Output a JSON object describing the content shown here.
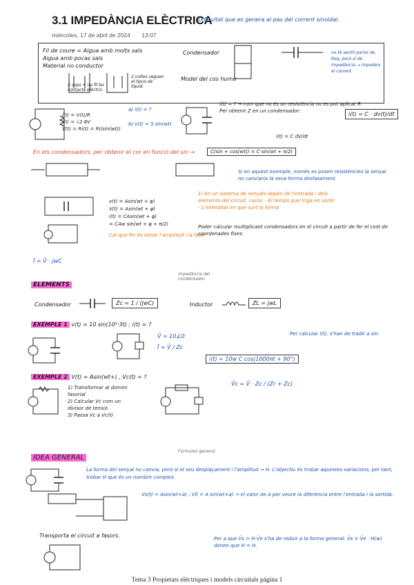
{
  "header": {
    "title": "3.1 IMPEDÀNCIA ELÈCTRICA",
    "title_note": "Dificultat que es genera al pas del corrent sinoidal.",
    "date": "miércoles, 17 de abril de 2024",
    "time": "13:07"
  },
  "intro": {
    "items": [
      "Fil de coure = Aigua amb molts sals",
      "Aigua amb pocas sals",
      "Material no conductor"
    ],
    "tube_label_1": "2 cops + no fil bo contacte elèctric.",
    "tube_label_2": "2 voltes seguen el tipus de líquid.",
    "condensador_label": "Condensador",
    "condensador_note": "no té sentit parlar de Req, però sí de impedància → impedeix el corrent.",
    "model_label": "Model del cos humà"
  },
  "circuit1": {
    "left_eq_1": "i(t) = V(t)/R",
    "left_eq_2": "i(t) = √2·8V",
    "left_eq_3": "V(t) = Ri(t) = Ri(sin(wt))",
    "right_note_1": "i(t) = ? → com que no és un resistència no es pot aplicar R",
    "right_note_2": "Per obtenir Z en un condensador:",
    "cap_eq": "i(t) = C · dv(t)/dt",
    "step_a": "a) i(t) = ?",
    "step_b": "b) v(t) = 5 sin(wt)",
    "deriv": "i(t) = C dV/dt",
    "note_red": "En els condensadors, per obtenir el cor en funció del sin →",
    "identity": "C(sin + cos(wt)) = C·sin(wt + π/2)",
    "note_blue": "Si en aquest exemple, només es posen resistències la senyal no canviaria la seva forma desfasament."
  },
  "circuit2": {
    "eq1": "x(t) = Asin(wt + φ)",
    "eq2": "V(t) = Asin(wt + φ)",
    "eq3": "i(t) = CAsin(wt + φ)",
    "eq4": "= CAw sin(wt + φ + π/2)",
    "phasor_note": "Cal que fer és donar l'amplitud i la fase",
    "orange_note": "1) En un sistema de senyals depèn de l'entrada i dels elements del circuit, cavia: - El temps que triga en sortir - L'intensitat en que surt la forma",
    "black_note": "Poder calcular multiplicant condensadors en el circuit a partir de fer el cost de coordenades fixes.",
    "fasor_eq": "Ī = V̄ · jwC",
    "impedance_label": "impedància del condensador."
  },
  "elements": {
    "heading": "ELEMENTS",
    "condensador": "Condensador",
    "zc": "Zc = 1 / (jwC)",
    "inductor": "Inductor",
    "zl": "ZL = jwL"
  },
  "exemple1": {
    "heading": "EXEMPLE 1",
    "statement": "v(t) = 10 sin(10³·3t) ; i(t) = ?",
    "eq1": "V̄ = 10∠0",
    "eq2": "Ī = V̄ / Zc",
    "result": "i(t) = 10w C cos(1000πt + 90°)",
    "note": "Per calcular i(t), s'han de tradir a sin."
  },
  "exemple2": {
    "heading": "EXEMPLE 2",
    "statement": "V(t) = Asin(wt+) , Vc(t) = ?",
    "steps": [
      "1) Transformar al domini fasorial",
      "2) Calcular Vc com un divisor de tensió",
      "3) Passa Vc a Vc(t)"
    ],
    "vc_eq": "V̄c = V̄ · Zc / (Zr + Zc)",
    "general": "Formulari general"
  },
  "idea": {
    "heading": "IDEA GENERAL",
    "text": "La forma del senyal no canvia, però sí el seu desplaçament i l'amplitud → H. L'objectiu és trobar aquestes variacions, per tant, trobar H que és un nombre complex.",
    "note2": "Vs(t) = Asin(wt+a) ; V0 = A·sin(wt+a) → el valor de A per veure la diferència entre l'entrada i la sortida.",
    "transport": "Transporta el circuit a fasors.",
    "final_note": "Per a que V̄s = H·V̄e s'ha de reduir a la forma general: V̄s = V̄e · H(w) donen que H = H."
  },
  "footer": "Tema 3 Propietats elèctriques  i models circuitals página 1"
}
